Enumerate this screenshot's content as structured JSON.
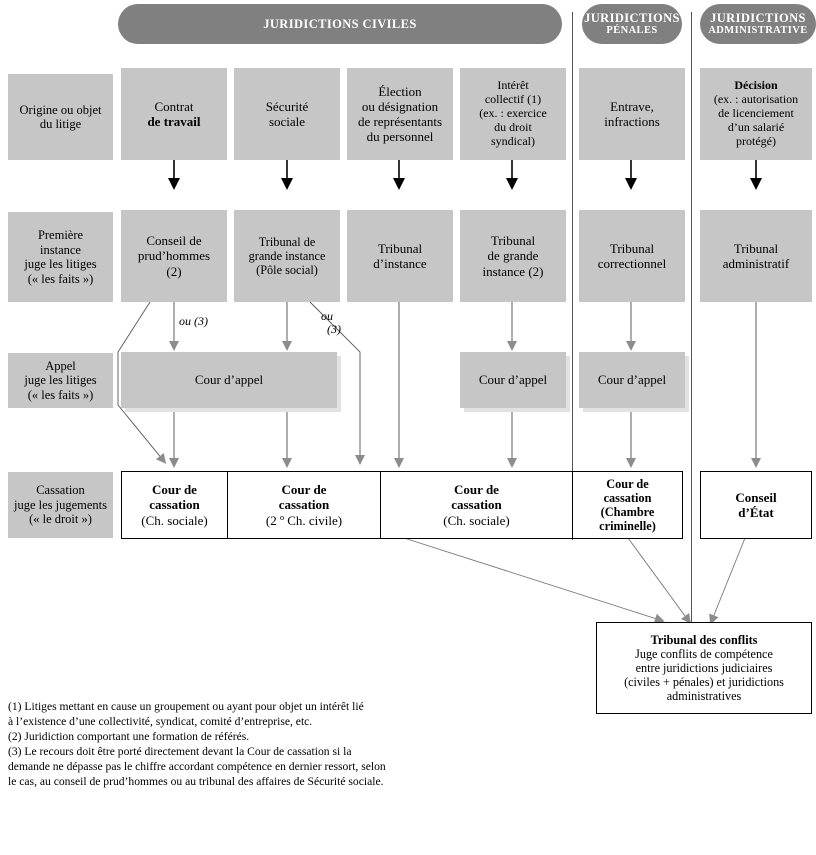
{
  "diagram": {
    "title": "Organisation des juridictions francaises (contentieux du travail)",
    "colors": {
      "banner_fill": "#808080",
      "banner_text": "#ffffff",
      "box_fill": "#c6c6c6",
      "box_shadow": "#e2e2e2",
      "arrow_grey": "#8c8c8c",
      "arrow_black": "#000000",
      "line": "#000000",
      "page_bg": "#ffffff"
    }
  },
  "banners": [
    {
      "id": "civiles",
      "main": "JURIDICTIONS CIVILES",
      "sub": ""
    },
    {
      "id": "penales",
      "main": "JURIDICTIONS",
      "sub": "PÉNALES"
    },
    {
      "id": "administrative",
      "main": "JURIDICTIONS",
      "sub": "ADMINISTRATIVE"
    }
  ],
  "row_labels": [
    {
      "id": "origine",
      "lines": [
        "Origine ou objet",
        "du litige"
      ]
    },
    {
      "id": "premiere",
      "lines": [
        "Première",
        "instance",
        "juge les litiges",
        "(« les faits »)"
      ]
    },
    {
      "id": "appel",
      "lines": [
        "Appel",
        "juge les litiges",
        "(« les faits »)"
      ]
    },
    {
      "id": "cassation",
      "lines": [
        "Cassation",
        "juge les jugements",
        "(« le droit »)"
      ]
    }
  ],
  "row_origine": [
    {
      "id": "contrat-de-travail",
      "lines": [
        "Contrat",
        "de travail"
      ],
      "bold_lines": [
        1
      ]
    },
    {
      "id": "securite-sociale",
      "lines": [
        "Sécurité",
        "sociale"
      ],
      "bold_lines": []
    },
    {
      "id": "election-representants",
      "lines": [
        "Élection",
        "ou désignation",
        "de représentants",
        "du personnel"
      ],
      "bold_lines": []
    },
    {
      "id": "interet-collectif",
      "lines": [
        "Intérêt",
        "collectif (1)",
        "(ex. : exercice",
        "du droit",
        "syndical)"
      ],
      "bold_lines": []
    },
    {
      "id": "entrave-infractions",
      "lines": [
        "Entrave,",
        "infractions"
      ],
      "bold_lines": []
    },
    {
      "id": "decision-licenciement",
      "lines": [
        "Décision",
        "(ex. : autorisation",
        "de licenciement",
        "d’un salarié",
        "protégé)"
      ],
      "bold_lines": [
        0
      ]
    }
  ],
  "row_premiere_instance": [
    {
      "id": "conseil-de-prudhommes",
      "lines": [
        "Conseil de",
        "prud’hommes",
        "(2)"
      ]
    },
    {
      "id": "tribunal-grande-instance-pole-social",
      "lines": [
        "Tribunal de",
        "grande instance",
        "(Pôle social)"
      ]
    },
    {
      "id": "tribunal-d-instance",
      "lines": [
        "Tribunal",
        "d’instance"
      ]
    },
    {
      "id": "tribunal-de-grande-instance-2",
      "lines": [
        "Tribunal",
        "de grande",
        "instance (2)"
      ]
    },
    {
      "id": "tribunal-correctionnel",
      "lines": [
        "Tribunal",
        "correctionnel"
      ]
    },
    {
      "id": "tribunal-administratif",
      "lines": [
        "Tribunal",
        "administratif"
      ]
    }
  ],
  "row_appel": [
    {
      "id": "cour-d-appel-civile",
      "lines": [
        "Cour d’appel"
      ]
    },
    {
      "id": "cour-d-appel-interet-collectif",
      "lines": [
        "Cour d’appel"
      ]
    },
    {
      "id": "cour-d-appel-penale",
      "lines": [
        "Cour d’appel"
      ]
    }
  ],
  "row_cassation": [
    {
      "id": "cassation-ch-sociale-1",
      "lines": [
        "Cour de",
        "cassation",
        "(Ch. sociale)"
      ]
    },
    {
      "id": "cassation-2e-ch-civile",
      "lines": [
        "Cour de",
        "cassation",
        "(2 º Ch. civile)"
      ]
    },
    {
      "id": "cassation-ch-sociale-2",
      "lines": [
        "Cour de",
        "cassation",
        "(Ch. sociale)"
      ]
    },
    {
      "id": "cassation-chambre-criminelle",
      "lines": [
        "Cour de",
        "cassation",
        "(Chambre",
        "criminelle)"
      ]
    },
    {
      "id": "conseil-d-etat",
      "lines": [
        "Conseil",
        "d’État"
      ]
    }
  ],
  "annotations": [
    {
      "id": "ou-3-left",
      "lines": [
        "ou (3)"
      ]
    },
    {
      "id": "ou-3-right",
      "lines": [
        "ou",
        "(3)"
      ]
    }
  ],
  "tribunal_conflits": {
    "id": "tribunal-des-conflits",
    "title": "Tribunal des conflits",
    "lines": [
      "Juge conflits de compétence",
      "entre juridictions judiciaires",
      "(civiles + pénales) et juridictions",
      "administratives"
    ]
  },
  "footnotes": [
    "(1) Litiges mettant en cause un groupement ou ayant pour objet un intérêt lié\nà l’existence d’une collectivité, syndicat, comité d’entreprise, etc.",
    "(2) Juridiction comportant une formation de référés.",
    "(3) Le recours doit être porté directement devant la Cour de cassation si la\ndemande ne dépasse pas le chiffre accordant compétence en dernier ressort, selon\nle cas, au conseil de prud’hommes ou au tribunal des affaires de Sécurité sociale."
  ]
}
